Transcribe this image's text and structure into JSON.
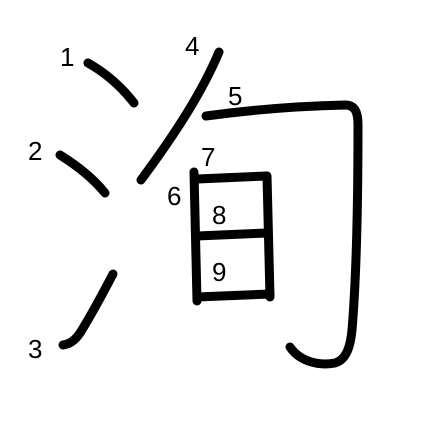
{
  "character": "洵",
  "stroke_color": "#000000",
  "background_color": "#ffffff",
  "stroke_numbers": [
    "1",
    "2",
    "3",
    "4",
    "5",
    "6",
    "7",
    "8",
    "9"
  ]
}
